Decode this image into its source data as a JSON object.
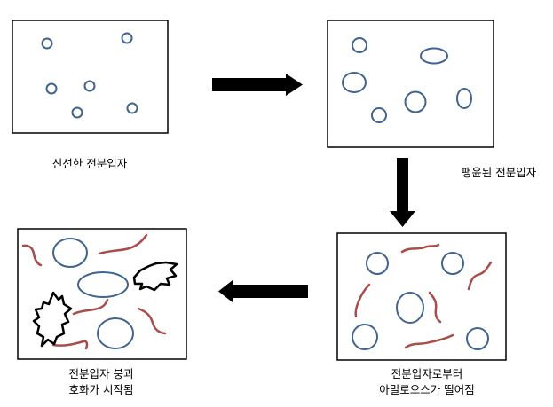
{
  "panels": [
    {
      "id": "fresh",
      "caption": [
        "신선한 전분입자"
      ]
    },
    {
      "id": "swollen",
      "caption": [
        "팽윤된 전분입자"
      ]
    },
    {
      "id": "leaching",
      "caption": [
        "전분입자로부터",
        "아밀로오스가 떨어짐"
      ]
    },
    {
      "id": "collapse",
      "caption": [
        "전분입자 붕괴",
        "호화가 시작됨"
      ]
    }
  ],
  "colors": {
    "granule": "#41648f",
    "amylose": "#a94d4a",
    "fragment": "#000000",
    "arrow": "#000000",
    "frame": "#000000"
  },
  "icons": [
    "arrow-right-icon",
    "arrow-down-icon",
    "arrow-left-icon"
  ]
}
